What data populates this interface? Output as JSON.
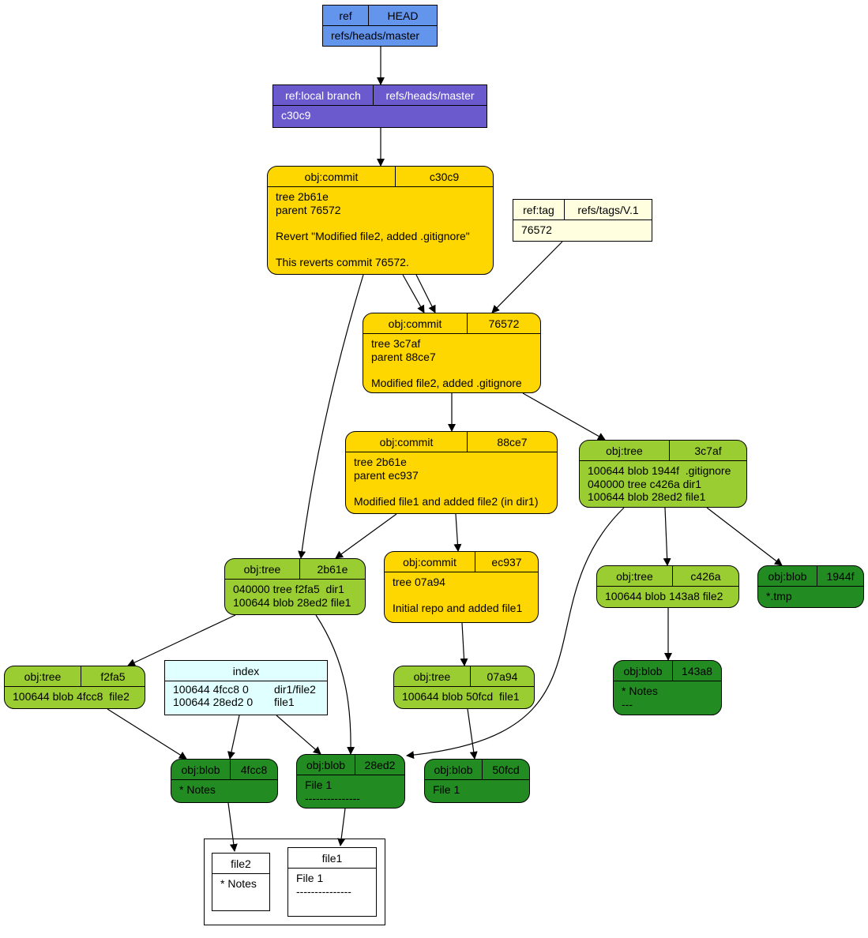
{
  "colors": {
    "ref": "#6495ed",
    "branch": "#6a5acd",
    "commit": "#ffd700",
    "tag": "#ffffe0",
    "tree": "#9acd32",
    "blob": "#228b22",
    "index": "#e0ffff",
    "file": "#ffffff"
  },
  "head": {
    "kind": "ref",
    "name": "HEAD",
    "target": "refs/heads/master"
  },
  "branch": {
    "kind": "ref:local branch",
    "name": "refs/heads/master",
    "target": "c30c9"
  },
  "tag": {
    "kind": "ref:tag",
    "name": "refs/tags/V.1",
    "target": "76572"
  },
  "commits": {
    "c30c9": {
      "kind": "obj:commit",
      "id": "c30c9",
      "body": "tree 2b61e\nparent 76572\n\nRevert \"Modified file2, added .gitignore\"\n\nThis reverts commit 76572."
    },
    "76572": {
      "kind": "obj:commit",
      "id": "76572",
      "body": "tree 3c7af\nparent 88ce7\n\nModified file2, added .gitignore"
    },
    "88ce7": {
      "kind": "obj:commit",
      "id": "88ce7",
      "body": "tree 2b61e\nparent ec937\n\nModified file1 and added file2 (in dir1)"
    },
    "ec937": {
      "kind": "obj:commit",
      "id": "ec937",
      "body": "tree 07a94\n\nInitial repo and added file1"
    }
  },
  "trees": {
    "3c7af": {
      "kind": "obj:tree",
      "id": "3c7af",
      "body": "100644 blob 1944f  .gitignore\n040000 tree c426a dir1\n100644 blob 28ed2 file1"
    },
    "2b61e": {
      "kind": "obj:tree",
      "id": "2b61e",
      "body": "040000 tree f2fa5  dir1\n100644 blob 28ed2 file1"
    },
    "c426a": {
      "kind": "obj:tree",
      "id": "c426a",
      "body": "100644 blob 143a8 file2"
    },
    "f2fa5": {
      "kind": "obj:tree",
      "id": "f2fa5",
      "body": "100644 blob 4fcc8  file2"
    },
    "07a94": {
      "kind": "obj:tree",
      "id": "07a94",
      "body": "100644 blob 50fcd  file1"
    }
  },
  "blobs": {
    "1944f": {
      "kind": "obj:blob",
      "id": "1944f",
      "body": "*.tmp"
    },
    "143a8": {
      "kind": "obj:blob",
      "id": "143a8",
      "body": "* Notes\n---"
    },
    "4fcc8": {
      "kind": "obj:blob",
      "id": "4fcc8",
      "body": "* Notes"
    },
    "28ed2": {
      "kind": "obj:blob",
      "id": "28ed2",
      "body": "File 1\n---------------"
    },
    "50fcd": {
      "kind": "obj:blob",
      "id": "50fcd",
      "body": "File 1"
    }
  },
  "index": {
    "title": "index",
    "entries": [
      {
        "stage": "100644 4fcc8 0",
        "path": "dir1/file2"
      },
      {
        "stage": "100644 28ed2 0",
        "path": "file1"
      }
    ]
  },
  "working_dir": {
    "files": [
      {
        "name": "file2",
        "content": "* Notes"
      },
      {
        "name": "file1",
        "content": "File 1\n---------------"
      }
    ]
  }
}
